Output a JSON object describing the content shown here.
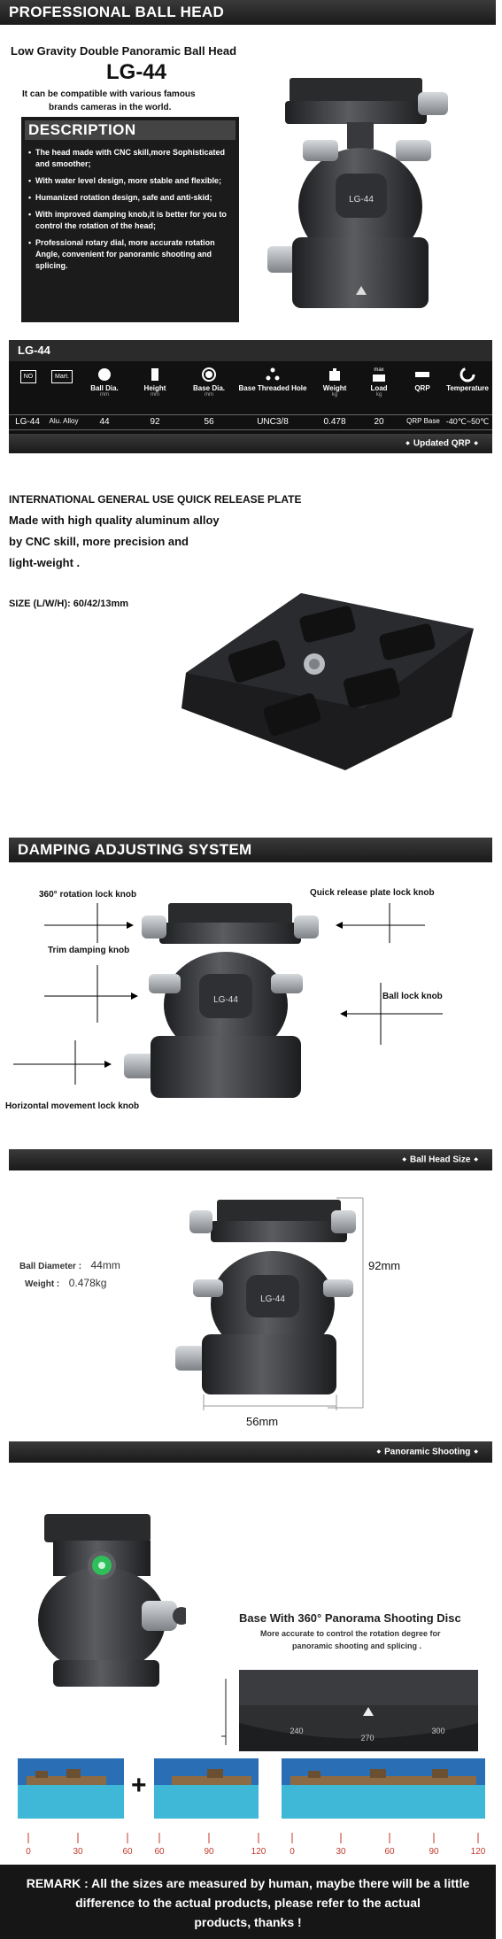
{
  "banners": {
    "top": "PROFESSIONAL BALL HEAD",
    "damping": "DAMPING ADJUSTING SYSTEM",
    "updated_qrp": "Updated QRP",
    "ball_head_size": "Ball Head Size",
    "panoramic": "Panoramic Shooting"
  },
  "intro": {
    "subtitle": "Low Gravity Double Panoramic Ball Head",
    "model": "LG-44",
    "compat_1": "It can be compatible with various famous",
    "compat_2": "brands cameras in the world."
  },
  "description": {
    "title": "DESCRIPTION",
    "items": [
      "The head made with CNC skill,more Sophisticated and smoother;",
      "With water level design, more stable and flexible;",
      "Humanized rotation design, safe and anti-skid;",
      "With improved damping knob,it is better for you to control  the rotation of the head;",
      "Professional rotary dial, more accurate rotation Angle, convenient for panoramic shooting and splicing."
    ]
  },
  "spec": {
    "header": "LG-44",
    "badge_no": "NO",
    "badge_mart": "Mart.",
    "labels": [
      "Ball Dia.",
      "Height",
      "Base Dia.",
      "Base Threaded Hole",
      "Weight",
      "Load",
      "QRP",
      "Temperature"
    ],
    "units": [
      "mm",
      "mm",
      "mm",
      "",
      "kg",
      "kg",
      "",
      ""
    ],
    "load_tag": "max",
    "values": [
      "LG-44",
      "Alu. Alloy",
      "44",
      "92",
      "56",
      "UNC3/8",
      "0.478",
      "20",
      "QRP Base",
      "-40℃~50℃"
    ]
  },
  "qrp": {
    "title": "INTERNATIONAL GENERAL USE QUICK RELEASE PLATE",
    "line1": "Made with high quality  aluminum alloy",
    "line2": "by CNC skill, more precision and",
    "line3": "light-weight .",
    "size": "SIZE (L/W/H): 60/42/13mm"
  },
  "damping": {
    "rotation_lock": "360° rotation lock knob",
    "qrp_lock": "Quick release plate lock knob",
    "trim": "Trim damping knob",
    "ball_lock": "Ball lock knob",
    "horizontal": "Horizontal movement lock knob",
    "head_text": "LG-44"
  },
  "size": {
    "ball_diameter_label": "Ball Diameter :",
    "ball_diameter_value": "44mm",
    "weight_label": "Weight :",
    "weight_value": "0.478kg",
    "height": "92mm",
    "base": "56mm",
    "head_text": "LG-44"
  },
  "panorama": {
    "title": "Base With 360° Panorama Shooting  Disc",
    "sub1": "More accurate to control the rotation degree for",
    "sub2": "panoramic shooting and splicing .",
    "dial": [
      "240",
      "270",
      "300"
    ],
    "scale_1": [
      "0",
      "30",
      "60"
    ],
    "scale_2": [
      "60",
      "90",
      "120"
    ],
    "scale_3": [
      "0",
      "30",
      "60",
      "90",
      "120"
    ]
  },
  "remark": {
    "line1": "REMARK : All the sizes are measured by human, maybe there will be a little",
    "line2": "difference to the actual products, please refer to the actual",
    "line3": "products, thanks !"
  },
  "colors": {
    "banner": "#1a1a1a",
    "panel": "#111111",
    "metal": "#2e2f31",
    "knob": "#9ea2a6",
    "sea": "#3fb7d6",
    "sky": "#2a6fb5"
  }
}
